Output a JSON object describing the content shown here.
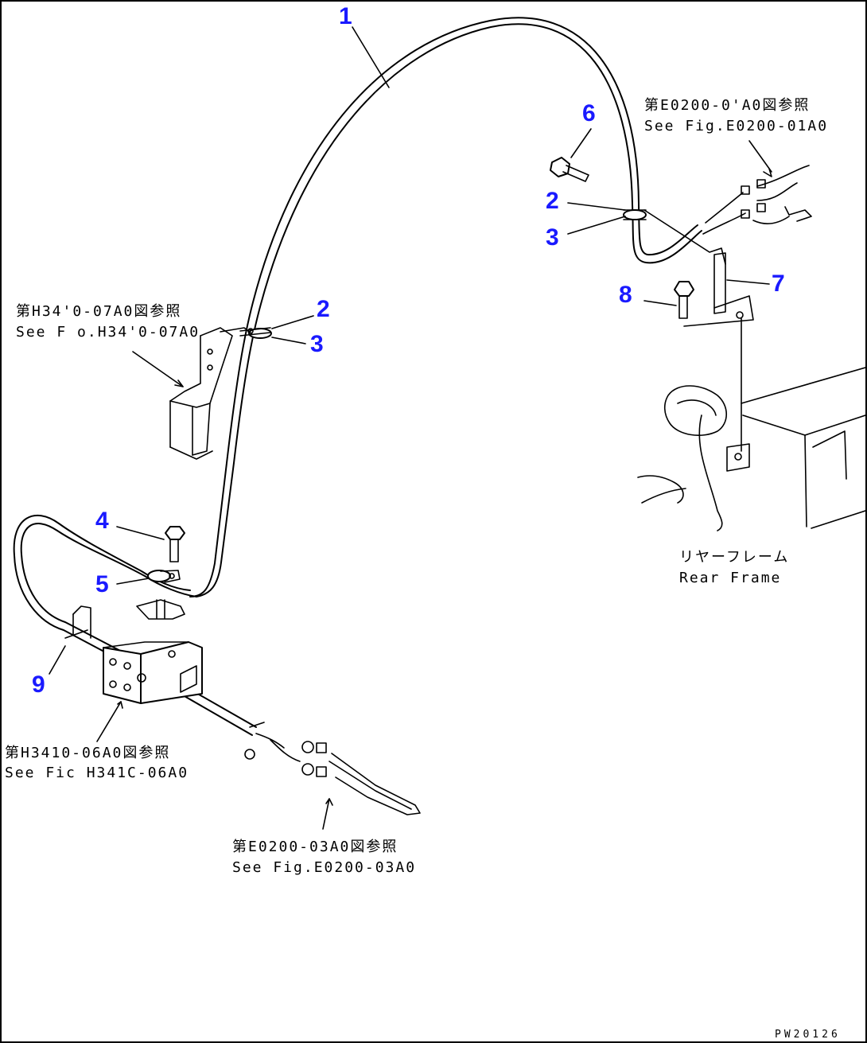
{
  "callouts": {
    "c1": "1",
    "c2a": "2",
    "c3a": "3",
    "c2b": "2",
    "c3b": "3",
    "c4": "4",
    "c5": "5",
    "c6": "6",
    "c7": "7",
    "c8": "8",
    "c9": "9"
  },
  "notes": {
    "e0200_01_jp": "第E0200-0'A0図参照",
    "e0200_01_en": "See Fig.E0200-01A0",
    "h3410_07_jp": "第H34'0-07A0図参照",
    "h3410_07_en": "See F o.H34'0-07A0",
    "h3410_06_jp": "第H3410-06A0図参照",
    "h3410_06_en": "See Fic H341C-06A0",
    "e0200_03_jp": "第E0200-03A0図参照",
    "e0200_03_en": "See Fig.E0200-03A0",
    "rear_frame_jp": "リヤーフレーム",
    "rear_frame_en": "Rear Frame"
  },
  "drawing_number": "PW20126",
  "colors": {
    "callout": "#1a1aff",
    "linework": "#000000",
    "background": "#ffffff"
  }
}
